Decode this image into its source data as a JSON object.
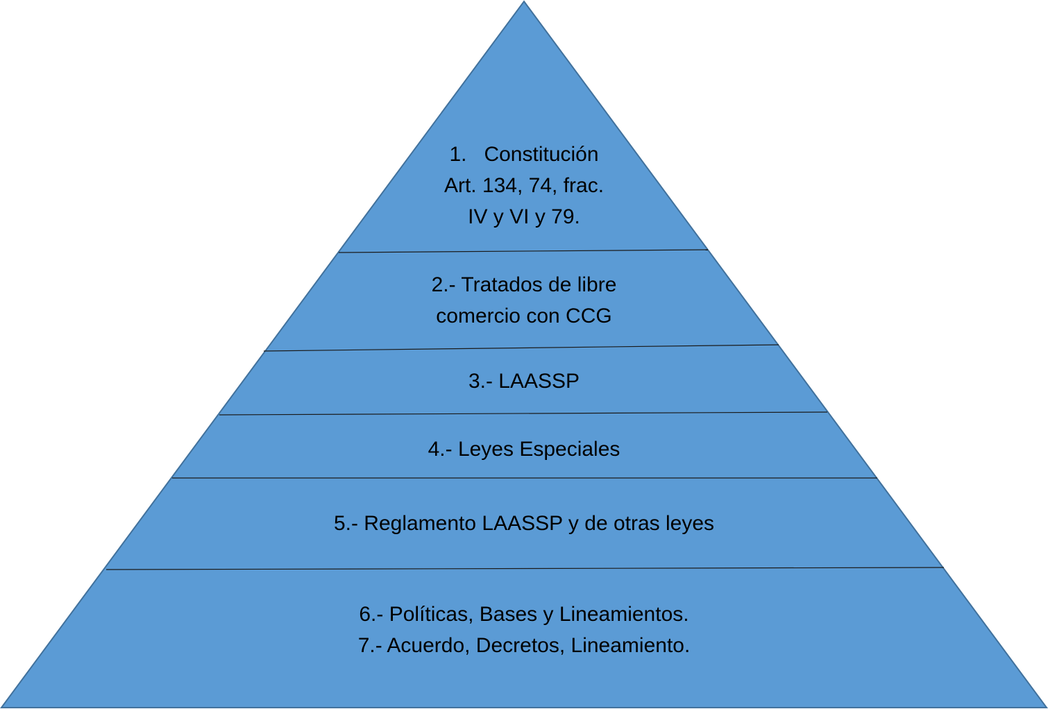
{
  "diagram": {
    "type": "pyramid",
    "fill_color": "#5B9BD5",
    "edge_color": "#41719C",
    "levels": [
      {
        "lines": [
          "1.   Constitución",
          "Art. 134, 74, frac.",
          "IV y VI y 79."
        ]
      },
      {
        "lines": [
          "2.- Tratados de libre",
          "comercio con CCG"
        ]
      },
      {
        "lines": [
          "3.- LAASSP"
        ]
      },
      {
        "lines": [
          "4.- Leyes Especiales"
        ]
      },
      {
        "lines": [
          "5.- Reglamento LAASSP y de otras leyes"
        ]
      },
      {
        "lines": [
          "6.- Políticas, Bases y Lineamientos.",
          "7.- Acuerdo, Decretos, Lineamiento."
        ]
      }
    ]
  }
}
